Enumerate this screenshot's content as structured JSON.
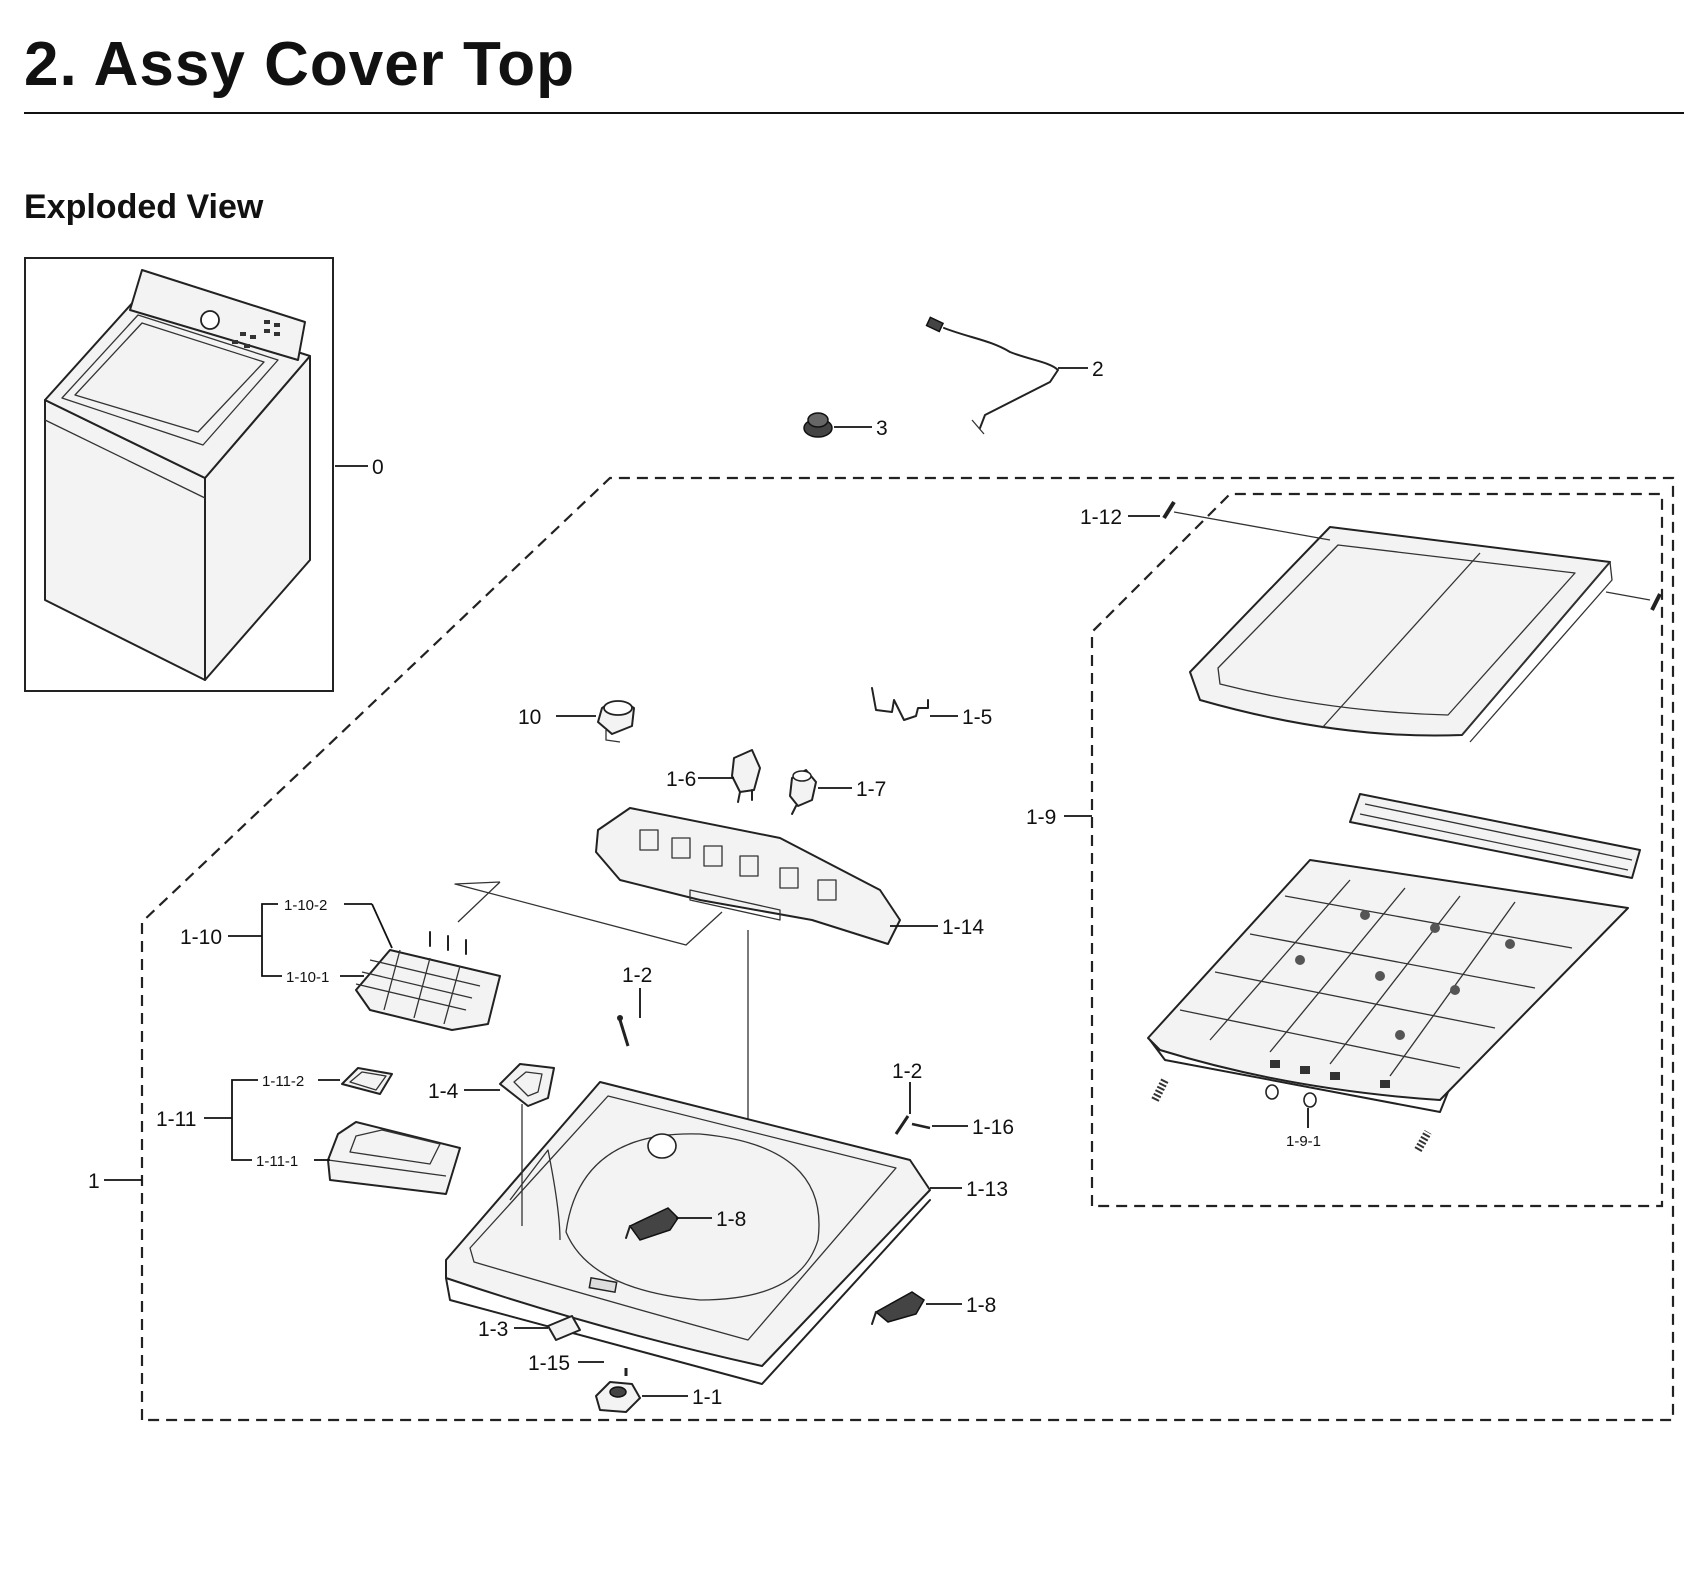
{
  "page": {
    "title": "2.  Assy Cover Top",
    "subtitle": "Exploded View"
  },
  "callouts": {
    "c0": "0",
    "c1": "1",
    "c2": "2",
    "c3": "3",
    "c10": "10",
    "c1_1": "1-1",
    "c1_2a": "1-2",
    "c1_2b": "1-2",
    "c1_3": "1-3",
    "c1_4": "1-4",
    "c1_5": "1-5",
    "c1_6": "1-6",
    "c1_7": "1-7",
    "c1_8a": "1-8",
    "c1_8b": "1-8",
    "c1_9": "1-9",
    "c1_9_1": "1-9-1",
    "c1_10": "1-10",
    "c1_10_1": "1-10-1",
    "c1_10_2": "1-10-2",
    "c1_11": "1-11",
    "c1_11_1": "1-11-1",
    "c1_11_2": "1-11-2",
    "c1_12": "1-12",
    "c1_13": "1-13",
    "c1_14": "1-14",
    "c1_15": "1-15",
    "c1_16": "1-16"
  }
}
